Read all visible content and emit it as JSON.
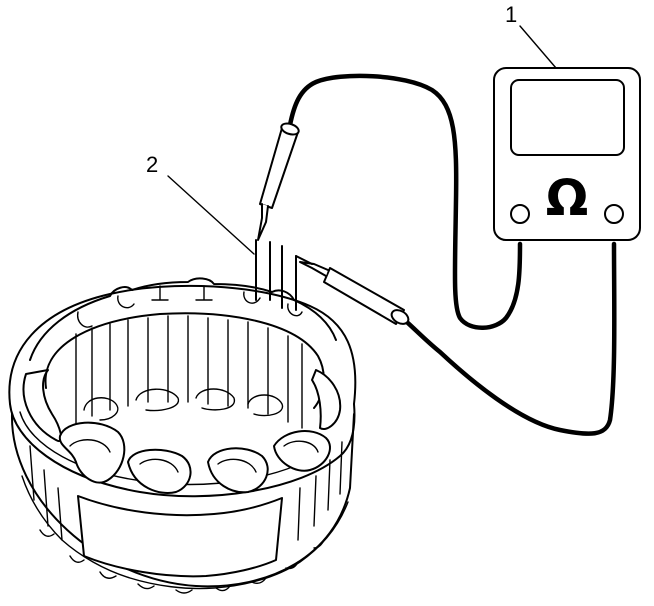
{
  "callouts": [
    {
      "number": "1",
      "target": "multimeter"
    },
    {
      "number": "2",
      "target": "stator-leads"
    }
  ],
  "meter": {
    "display_symbol": "Ω",
    "icon": "ohm-icon"
  },
  "colors": {
    "line": "#000000",
    "background": "#ffffff"
  }
}
